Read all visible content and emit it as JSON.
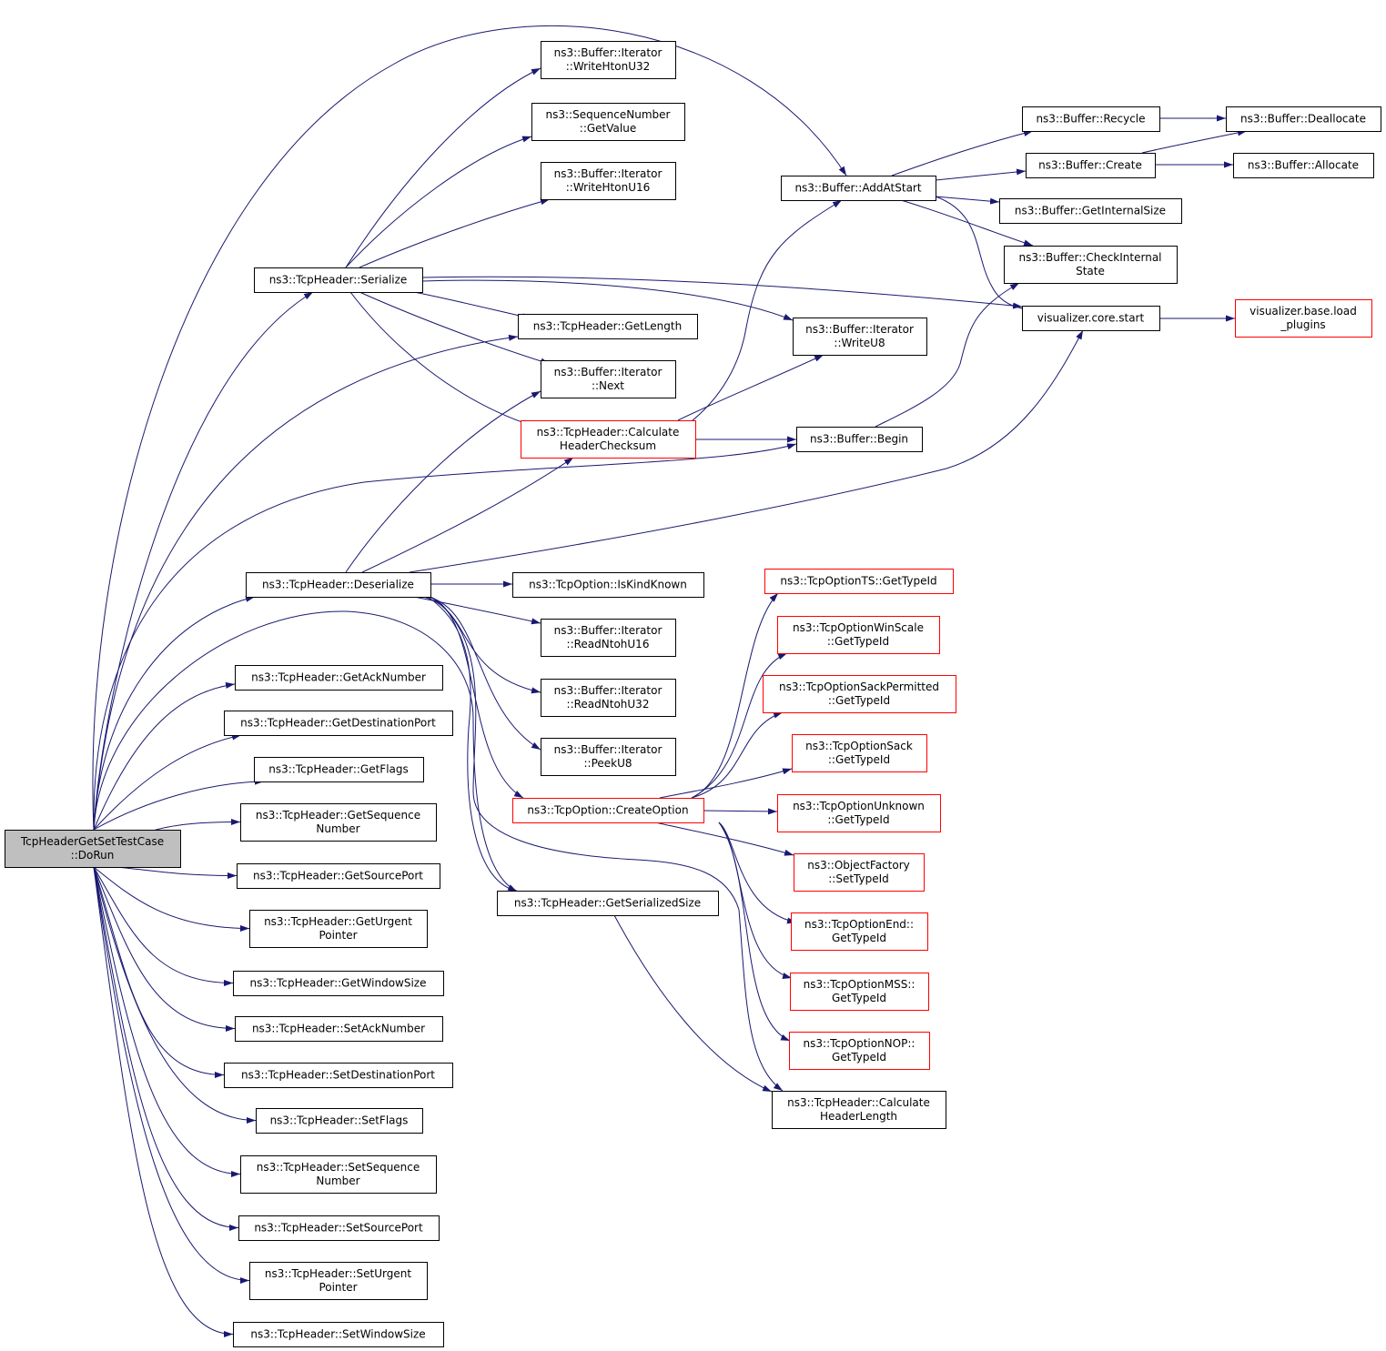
{
  "colors": {
    "edge": "#191970",
    "normal_border": "#000000",
    "incomplete_border": "#ff0000",
    "root_fill": "#bfbfbf",
    "background": "#ffffff"
  },
  "nodes": [
    {
      "id": "root",
      "lines": [
        "TcpHeaderGetSetTestCase",
        "::DoRun"
      ],
      "style": "root"
    },
    {
      "id": "ser",
      "lines": [
        "ns3::TcpHeader::Serialize"
      ],
      "style": "black"
    },
    {
      "id": "wh32",
      "lines": [
        "ns3::Buffer::Iterator",
        "::WriteHtonU32"
      ],
      "style": "black"
    },
    {
      "id": "sngv",
      "lines": [
        "ns3::SequenceNumber",
        "::GetValue"
      ],
      "style": "black"
    },
    {
      "id": "wh16",
      "lines": [
        "ns3::Buffer::Iterator",
        "::WriteHtonU16"
      ],
      "style": "black"
    },
    {
      "id": "getlen",
      "lines": [
        "ns3::TcpHeader::GetLength"
      ],
      "style": "black"
    },
    {
      "id": "next",
      "lines": [
        "ns3::Buffer::Iterator",
        "::Next"
      ],
      "style": "black"
    },
    {
      "id": "chk",
      "lines": [
        "ns3::TcpHeader::Calculate",
        "HeaderChecksum"
      ],
      "style": "red"
    },
    {
      "id": "aas",
      "lines": [
        "ns3::Buffer::AddAtStart"
      ],
      "style": "black"
    },
    {
      "id": "recycle",
      "lines": [
        "ns3::Buffer::Recycle"
      ],
      "style": "black"
    },
    {
      "id": "create",
      "lines": [
        "ns3::Buffer::Create"
      ],
      "style": "black"
    },
    {
      "id": "dealloc",
      "lines": [
        "ns3::Buffer::Deallocate"
      ],
      "style": "black"
    },
    {
      "id": "alloc",
      "lines": [
        "ns3::Buffer::Allocate"
      ],
      "style": "black"
    },
    {
      "id": "gis",
      "lines": [
        "ns3::Buffer::GetInternalSize"
      ],
      "style": "black"
    },
    {
      "id": "cis",
      "lines": [
        "ns3::Buffer::CheckInternal",
        "State"
      ],
      "style": "black"
    },
    {
      "id": "vstart",
      "lines": [
        "visualizer.core.start"
      ],
      "style": "black"
    },
    {
      "id": "vload",
      "lines": [
        "visualizer.base.load",
        "_plugins"
      ],
      "style": "red"
    },
    {
      "id": "wu8",
      "lines": [
        "ns3::Buffer::Iterator",
        "::WriteU8"
      ],
      "style": "black"
    },
    {
      "id": "begin",
      "lines": [
        "ns3::Buffer::Begin"
      ],
      "style": "black"
    },
    {
      "id": "deser",
      "lines": [
        "ns3::TcpHeader::Deserialize"
      ],
      "style": "black"
    },
    {
      "id": "iskk",
      "lines": [
        "ns3::TcpOption::IsKindKnown"
      ],
      "style": "black"
    },
    {
      "id": "rn16",
      "lines": [
        "ns3::Buffer::Iterator",
        "::ReadNtohU16"
      ],
      "style": "black"
    },
    {
      "id": "rn32",
      "lines": [
        "ns3::Buffer::Iterator",
        "::ReadNtohU32"
      ],
      "style": "black"
    },
    {
      "id": "pu8",
      "lines": [
        "ns3::Buffer::Iterator",
        "::PeekU8"
      ],
      "style": "black"
    },
    {
      "id": "crop",
      "lines": [
        "ns3::TcpOption::CreateOption"
      ],
      "style": "red"
    },
    {
      "id": "gss",
      "lines": [
        "ns3::TcpHeader::GetSerializedSize"
      ],
      "style": "black"
    },
    {
      "id": "chl",
      "lines": [
        "ns3::TcpHeader::Calculate",
        "HeaderLength"
      ],
      "style": "black"
    },
    {
      "id": "tsgt",
      "lines": [
        "ns3::TcpOptionTS::GetTypeId"
      ],
      "style": "red"
    },
    {
      "id": "wsgt",
      "lines": [
        "ns3::TcpOptionWinScale",
        "::GetTypeId"
      ],
      "style": "red"
    },
    {
      "id": "spgt",
      "lines": [
        "ns3::TcpOptionSackPermitted",
        "::GetTypeId"
      ],
      "style": "red"
    },
    {
      "id": "sackgt",
      "lines": [
        "ns3::TcpOptionSack",
        "::GetTypeId"
      ],
      "style": "red"
    },
    {
      "id": "unkgt",
      "lines": [
        "ns3::TcpOptionUnknown",
        "::GetTypeId"
      ],
      "style": "red"
    },
    {
      "id": "ofst",
      "lines": [
        "ns3::ObjectFactory",
        "::SetTypeId"
      ],
      "style": "red"
    },
    {
      "id": "endgt",
      "lines": [
        "ns3::TcpOptionEnd::",
        "GetTypeId"
      ],
      "style": "red"
    },
    {
      "id": "mssgt",
      "lines": [
        "ns3::TcpOptionMSS::",
        "GetTypeId"
      ],
      "style": "red"
    },
    {
      "id": "nopgt",
      "lines": [
        "ns3::TcpOptionNOP::",
        "GetTypeId"
      ],
      "style": "red"
    },
    {
      "id": "gack",
      "lines": [
        "ns3::TcpHeader::GetAckNumber"
      ],
      "style": "black"
    },
    {
      "id": "gdp",
      "lines": [
        "ns3::TcpHeader::GetDestinationPort"
      ],
      "style": "black"
    },
    {
      "id": "gfl",
      "lines": [
        "ns3::TcpHeader::GetFlags"
      ],
      "style": "black"
    },
    {
      "id": "gsq",
      "lines": [
        "ns3::TcpHeader::GetSequence",
        "Number"
      ],
      "style": "black"
    },
    {
      "id": "gsp",
      "lines": [
        "ns3::TcpHeader::GetSourcePort"
      ],
      "style": "black"
    },
    {
      "id": "gup",
      "lines": [
        "ns3::TcpHeader::GetUrgent",
        "Pointer"
      ],
      "style": "black"
    },
    {
      "id": "gws",
      "lines": [
        "ns3::TcpHeader::GetWindowSize"
      ],
      "style": "black"
    },
    {
      "id": "sack",
      "lines": [
        "ns3::TcpHeader::SetAckNumber"
      ],
      "style": "black"
    },
    {
      "id": "sdp",
      "lines": [
        "ns3::TcpHeader::SetDestinationPort"
      ],
      "style": "black"
    },
    {
      "id": "sfl",
      "lines": [
        "ns3::TcpHeader::SetFlags"
      ],
      "style": "black"
    },
    {
      "id": "ssq",
      "lines": [
        "ns3::TcpHeader::SetSequence",
        "Number"
      ],
      "style": "black"
    },
    {
      "id": "ssp",
      "lines": [
        "ns3::TcpHeader::SetSourcePort"
      ],
      "style": "black"
    },
    {
      "id": "sup",
      "lines": [
        "ns3::TcpHeader::SetUrgent",
        "Pointer"
      ],
      "style": "black"
    },
    {
      "id": "sws",
      "lines": [
        "ns3::TcpHeader::SetWindowSize"
      ],
      "style": "black"
    }
  ],
  "edges": [
    [
      "root",
      "ser"
    ],
    [
      "root",
      "aas"
    ],
    [
      "root",
      "getlen"
    ],
    [
      "root",
      "begin"
    ],
    [
      "root",
      "deser"
    ],
    [
      "root",
      "gss"
    ],
    [
      "root",
      "gack"
    ],
    [
      "root",
      "gdp"
    ],
    [
      "root",
      "gfl"
    ],
    [
      "root",
      "gsq"
    ],
    [
      "root",
      "gsp"
    ],
    [
      "root",
      "gup"
    ],
    [
      "root",
      "gws"
    ],
    [
      "root",
      "sack"
    ],
    [
      "root",
      "sdp"
    ],
    [
      "root",
      "sfl"
    ],
    [
      "root",
      "ssq"
    ],
    [
      "root",
      "ssp"
    ],
    [
      "root",
      "sup"
    ],
    [
      "root",
      "sws"
    ],
    [
      "ser",
      "wh32"
    ],
    [
      "ser",
      "sngv"
    ],
    [
      "ser",
      "wh16"
    ],
    [
      "ser",
      "getlen"
    ],
    [
      "ser",
      "next"
    ],
    [
      "ser",
      "chk"
    ],
    [
      "ser",
      "wu8"
    ],
    [
      "ser",
      "vstart"
    ],
    [
      "chk",
      "aas"
    ],
    [
      "chk",
      "wu8"
    ],
    [
      "chk",
      "begin"
    ],
    [
      "aas",
      "recycle"
    ],
    [
      "aas",
      "create"
    ],
    [
      "aas",
      "gis"
    ],
    [
      "aas",
      "cis"
    ],
    [
      "aas",
      "vstart"
    ],
    [
      "recycle",
      "dealloc"
    ],
    [
      "create",
      "dealloc"
    ],
    [
      "create",
      "alloc"
    ],
    [
      "vstart",
      "vload"
    ],
    [
      "begin",
      "cis"
    ],
    [
      "deser",
      "next"
    ],
    [
      "deser",
      "chk"
    ],
    [
      "deser",
      "vstart"
    ],
    [
      "deser",
      "iskk"
    ],
    [
      "deser",
      "rn16"
    ],
    [
      "deser",
      "rn32"
    ],
    [
      "deser",
      "pu8"
    ],
    [
      "deser",
      "crop"
    ],
    [
      "deser",
      "gss"
    ],
    [
      "deser",
      "chl"
    ],
    [
      "crop",
      "tsgt"
    ],
    [
      "crop",
      "wsgt"
    ],
    [
      "crop",
      "spgt"
    ],
    [
      "crop",
      "sackgt"
    ],
    [
      "crop",
      "unkgt"
    ],
    [
      "crop",
      "ofst"
    ],
    [
      "crop",
      "endgt"
    ],
    [
      "crop",
      "mssgt"
    ],
    [
      "crop",
      "nopgt"
    ],
    [
      "gss",
      "chl"
    ]
  ]
}
